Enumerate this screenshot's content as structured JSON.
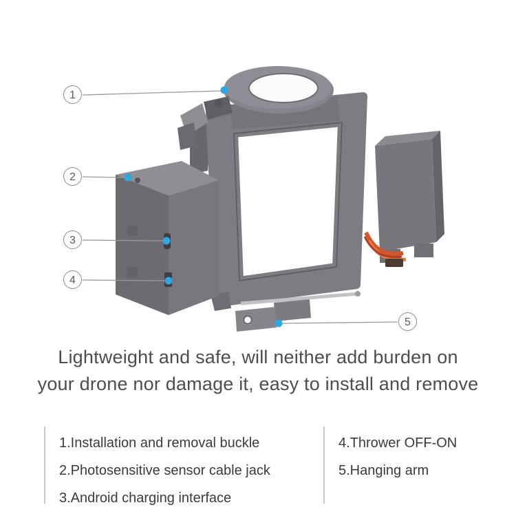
{
  "colors": {
    "accent_blue": "#2ea8e0",
    "callout_line": "#9a9a9a",
    "product_gray": "#77777d",
    "cable_orange": "#d4562c"
  },
  "callouts": [
    "1",
    "2",
    "3",
    "4",
    "5"
  ],
  "tagline": {
    "line1": "Lightweight and safe, will neither add burden on",
    "line2": "your drone nor damage it, easy to install and remove"
  },
  "legend": {
    "left": [
      "1.Installation and removal buckle",
      "2.Photosensitive sensor cable jack",
      "3.Android charging interface"
    ],
    "right": [
      "4.Thrower OFF-ON",
      "5.Hanging arm"
    ]
  }
}
